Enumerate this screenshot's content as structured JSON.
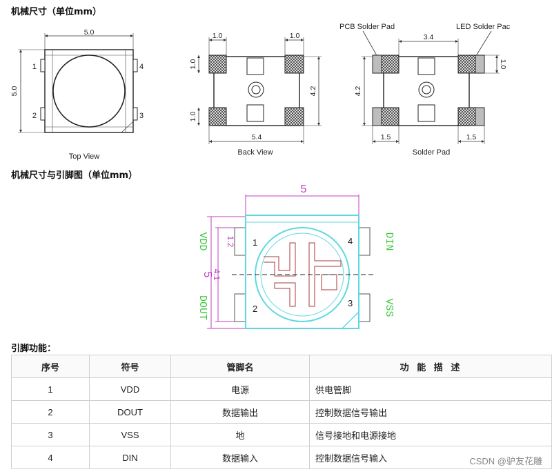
{
  "headings": {
    "mech": "机械尺寸（单位mm）",
    "mech_pin": "机械尺寸与引脚图（单位mm）",
    "pin_func": "引脚功能："
  },
  "top_view": {
    "caption": "Top View",
    "dim_w": "5.0",
    "dim_h": "5.0",
    "pins": [
      "1",
      "2",
      "3",
      "4"
    ]
  },
  "back_view": {
    "caption": "Back View",
    "dim_pad_w": "1.0",
    "dim_pad_w2": "1.0",
    "dim_pad_h": "1.0",
    "dim_pad_h2": "1.0",
    "dim_h": "4.2",
    "dim_w": "5.4"
  },
  "solder_pad": {
    "caption": "Solder Pad",
    "label_pcb": "PCB Solder Pad",
    "label_led": "LED Solder Pac",
    "dim_gap": "3.4",
    "dim_h": "4.2",
    "dim_pad": "1.0",
    "dim_left": "1.5",
    "dim_right": "1.5"
  },
  "pin_diagram": {
    "dim_top": "5",
    "dim_left": "5",
    "dim_41": "4.1",
    "dim_12": "1.2",
    "label_vdd": "VDD",
    "label_dout": "DOUT",
    "label_din": "DIN",
    "label_vss": "VSS",
    "pins": [
      "1",
      "2",
      "3",
      "4"
    ]
  },
  "table": {
    "headers": [
      "序号",
      "符号",
      "管脚名",
      "功 能 描 述"
    ],
    "rows": [
      [
        "1",
        "VDD",
        "电源",
        "供电管脚"
      ],
      [
        "2",
        "DOUT",
        "数据输出",
        "控制数据信号输出"
      ],
      [
        "3",
        "VSS",
        "地",
        "信号接地和电源接地"
      ],
      [
        "4",
        "DIN",
        "数据输入",
        "控制数据信号输入"
      ]
    ]
  },
  "watermark": "CSDN @驴友花雕"
}
